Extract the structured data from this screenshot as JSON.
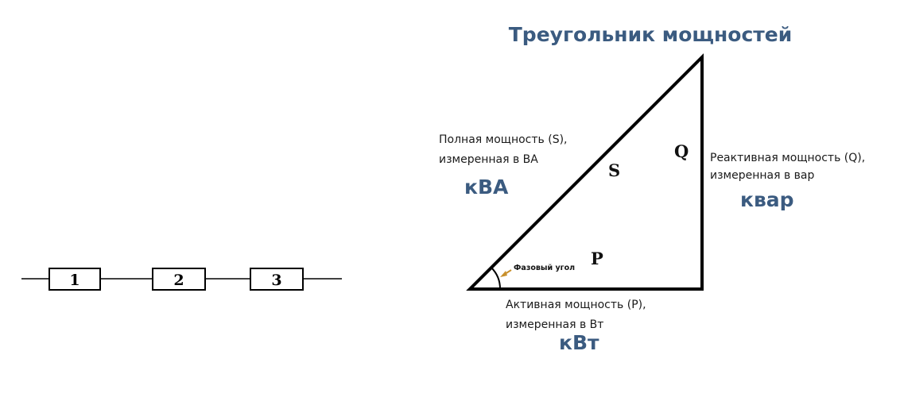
{
  "circuit": {
    "elements": [
      {
        "label": "1"
      },
      {
        "label": "2"
      },
      {
        "label": "3"
      }
    ]
  },
  "triangle": {
    "title": "Треугольник мощностей",
    "apparent": {
      "letter": "S",
      "line1": "Полная мощность (S),",
      "line2": "измеренная в ВА",
      "unit": "кВА"
    },
    "reactive": {
      "letter": "Q",
      "line1": "Реактивная мощность (Q),",
      "line2": "измеренная в вар",
      "unit": "квар"
    },
    "active": {
      "letter": "P",
      "line1": "Активная мощность (P),",
      "line2": "измеренная в Вт",
      "unit": "кВт"
    },
    "phase_angle_label": "Фазовый угол",
    "colors": {
      "heading": "#3b5b80",
      "arrow": "#c8902c",
      "lines": "#000000"
    }
  }
}
